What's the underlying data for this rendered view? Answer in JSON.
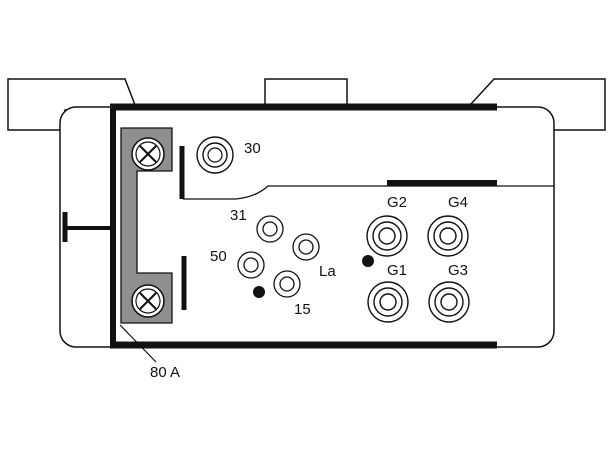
{
  "terminals": {
    "t30": "30",
    "t31": "31",
    "t50": "50",
    "tLa": "La",
    "t15": "15",
    "g1": "G1",
    "g2": "G2",
    "g3": "G3",
    "g4": "G4"
  },
  "fuse_label": "80 A",
  "colors": {
    "stroke": "#111111",
    "bracket_fill": "#8f8f8f",
    "background": "#ffffff"
  }
}
